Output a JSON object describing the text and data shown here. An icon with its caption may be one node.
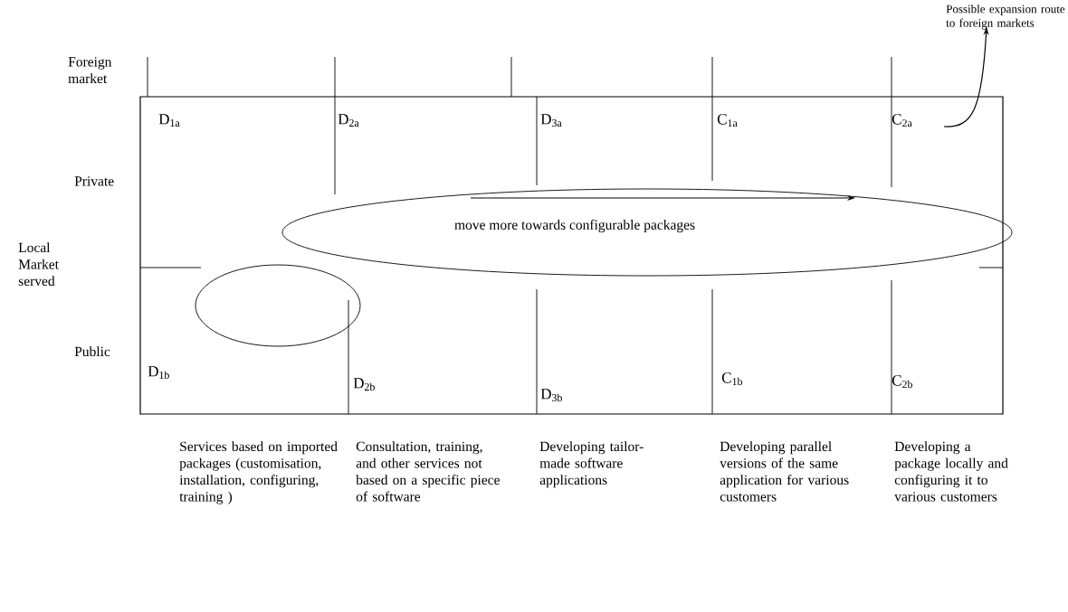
{
  "diagram": {
    "nodes": [
      {
        "text": [
          "move more towards configurable packages"
        ]
      },
      {
        "text": [],
        "shape": "ellipse"
      },
      {
        "text": [
          "Possible expansion route to foreign markets"
        ]
      }
    ],
    "edges": [
      {
        "from": null,
        "to": 2,
        "arrow": "to"
      }
    ],
    "labels": [
      "Foreign market",
      "D$_{1a}$",
      "D$_{2a}$",
      "D$_{3a}$",
      "C$_{1a}$",
      "C$_{2a}$",
      "Private",
      "Local Market served",
      "Public",
      "D$_{1b}$",
      "D$_{2b}$",
      "D$_{3b}$",
      "C$_{1b}$",
      "C$_{2b}$",
      "Services based on imported packages (customisation, installation, configuring, training )",
      "Consultation, training, and other services not based on a specific piece of software",
      "Developing tailor-made software applications",
      "Developing parallel versions of the same application for various customers",
      "Developing a package locally and configuring it to various customers"
    ]
  }
}
